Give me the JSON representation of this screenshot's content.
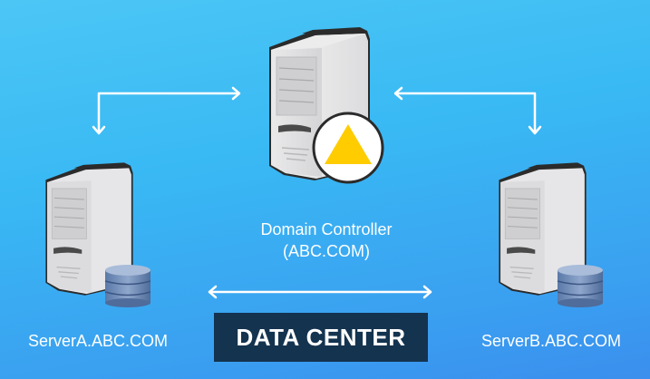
{
  "diagram": {
    "domain_controller": {
      "line1": "Domain Controller",
      "line2": "(ABC.COM)",
      "badge_icon": "warning-triangle-icon",
      "badge_color": "#ffcc00"
    },
    "server_a": {
      "label": "ServerA.ABC.COM",
      "icon": "database-icon"
    },
    "server_b": {
      "label": "ServerB.ABC.COM",
      "icon": "database-icon"
    },
    "data_center": {
      "label": "DATA CENTER"
    },
    "connections": [
      {
        "from": "Domain Controller",
        "to": "ServerA.ABC.COM",
        "direction": "bidirectional"
      },
      {
        "from": "Domain Controller",
        "to": "ServerB.ABC.COM",
        "direction": "bidirectional"
      },
      {
        "from": "ServerA.ABC.COM",
        "to": "ServerB.ABC.COM",
        "direction": "bidirectional"
      }
    ],
    "colors": {
      "background": "#3ab4f4",
      "data_center_box": "#14334f",
      "text": "#ffffff"
    }
  }
}
